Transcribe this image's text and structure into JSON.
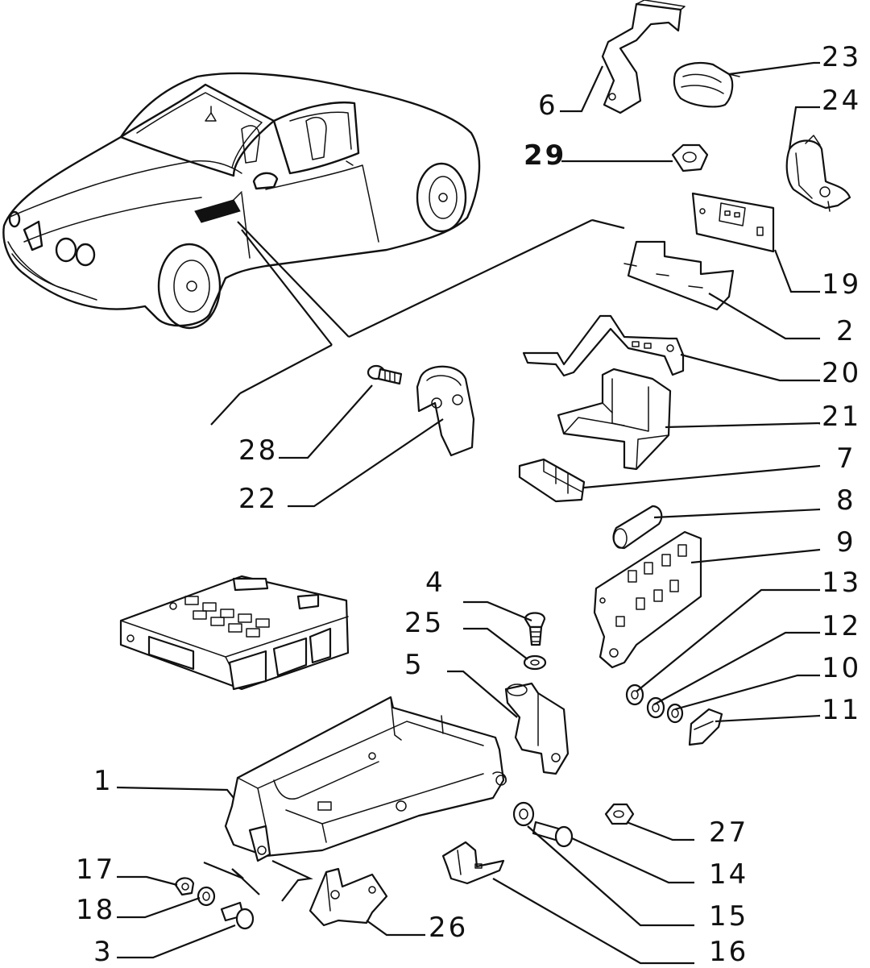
{
  "part_labels": {
    "p1": "1",
    "p2": "2",
    "p3": "3",
    "p4": "4",
    "p5": "5",
    "p6": "6",
    "p7": "7",
    "p8": "8",
    "p9": "9",
    "p10": "10",
    "p11": "11",
    "p12": "12",
    "p13": "13",
    "p14": "14",
    "p15": "15",
    "p16": "16",
    "p17": "17",
    "p18": "18",
    "p19": "19",
    "p20": "20",
    "p21": "21",
    "p22": "22",
    "p23": "23",
    "p24": "24",
    "p25": "25",
    "p26": "26",
    "p27": "27",
    "p28": "28",
    "p29": "29"
  }
}
